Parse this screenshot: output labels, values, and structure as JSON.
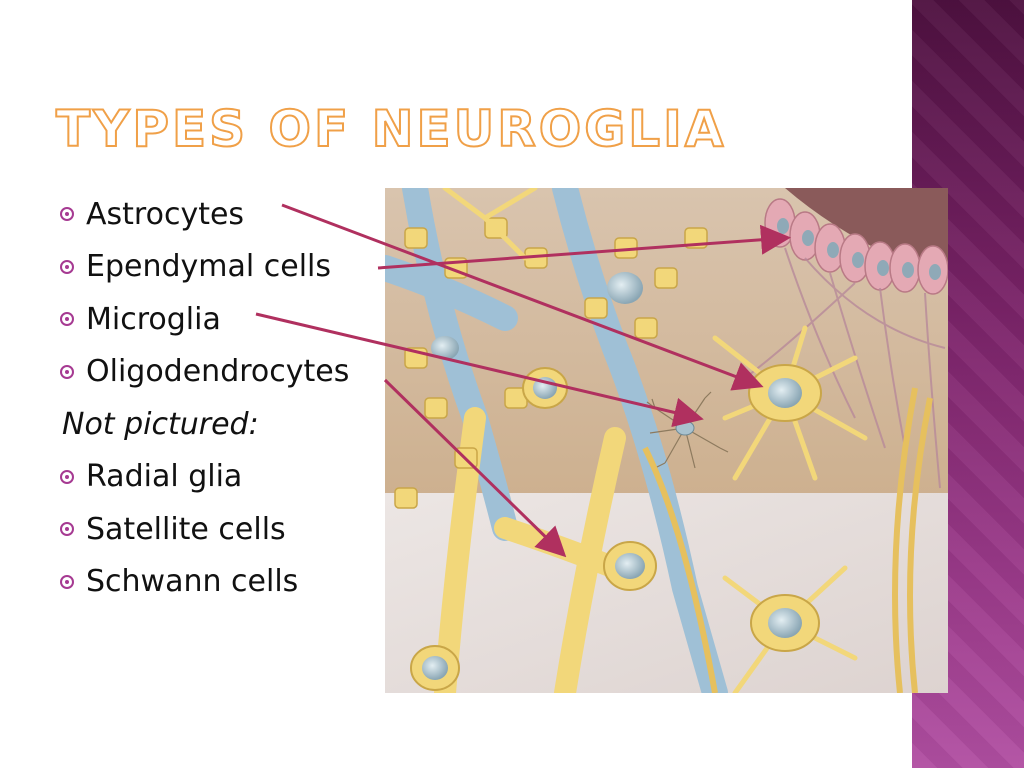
{
  "slide": {
    "title": "Types of Neuroglia",
    "pictured": [
      "Astrocytes",
      "Ependymal cells",
      "Microglia",
      "Oligodendrocytes"
    ],
    "not_pictured_label": "Not pictured:",
    "not_pictured": [
      "Radial glia",
      "Satellite cells",
      "Schwann cells"
    ]
  },
  "colors": {
    "title_outline": "#f0a048",
    "bullet": "#a63a92",
    "arrow": "#b0305f",
    "side_band": "#7a2368",
    "glia_yellow": "#f2d77a",
    "axon_blue": "#a9c6da"
  },
  "icons": [
    "bullet-circle-icon",
    "arrow-pointer-icon"
  ]
}
